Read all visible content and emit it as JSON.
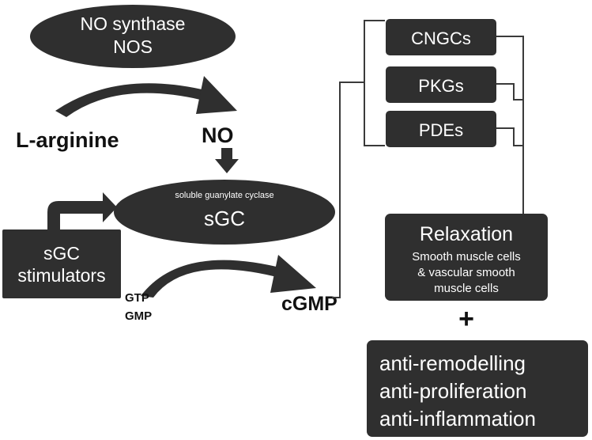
{
  "nos": {
    "line1": "NO synthase",
    "line2": "NOS"
  },
  "l_arginine": "L-arginine",
  "no": "NO",
  "sgc": {
    "small": "soluble guanylate cyclase",
    "label": "sGC"
  },
  "stimulators": {
    "line1": "sGC",
    "line2": "stimulators"
  },
  "gtp": "GTP",
  "gmp": "GMP",
  "cgmp": "cGMP",
  "targets": [
    "CNGCs",
    "PKGs",
    "PDEs"
  ],
  "relaxation": {
    "title": "Relaxation",
    "line1": "Smooth muscle cells",
    "line2": "& vascular smooth",
    "line3": "muscle cells"
  },
  "plus": "+",
  "effects": [
    "anti-remodelling",
    "anti-proliferation",
    "anti-inflammation"
  ],
  "colors": {
    "box": "#2f2f2f",
    "text_on_box": "#ffffff",
    "line": "#3a3a3a"
  }
}
